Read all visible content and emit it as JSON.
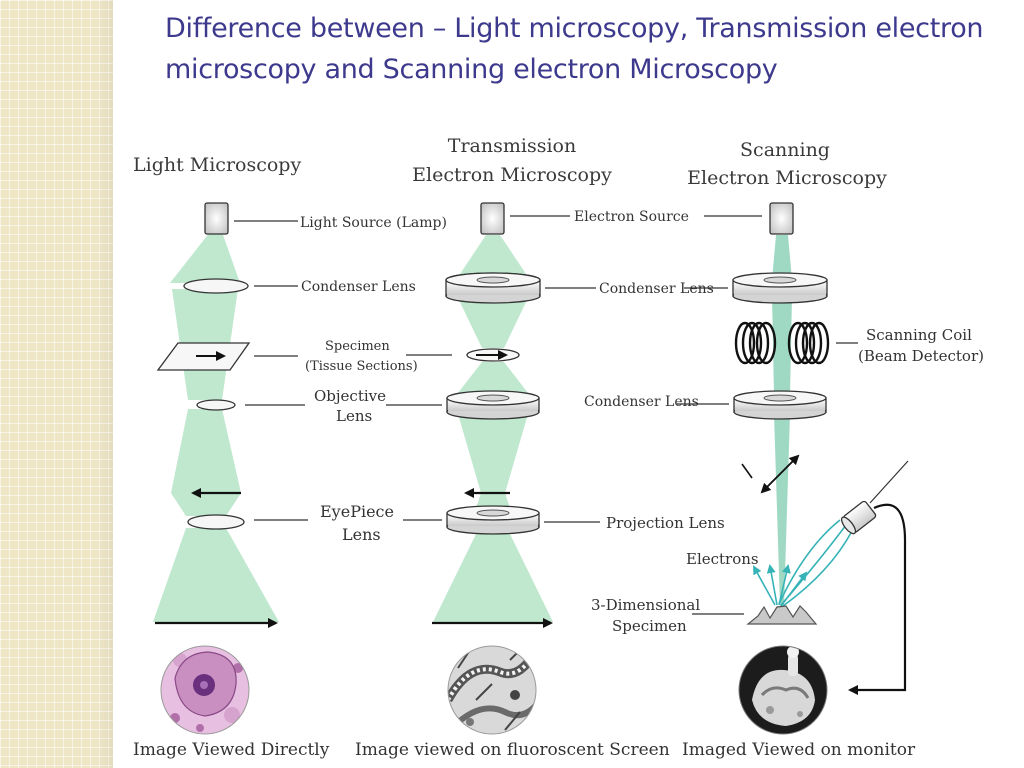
{
  "slide": {
    "title": "Difference between – Light microscopy, Transmission electron microscopy and Scanning electron Microscopy"
  },
  "columns": {
    "light": {
      "heading": "Light Microscopy",
      "labels": {
        "source": "Light Source (Lamp)",
        "condenser": "Condenser Lens",
        "specimen_line1": "Specimen",
        "specimen_line2": "(Tissue Sections)",
        "objective_line1": "Objective",
        "objective_line2": "Lens",
        "eyepiece_line1": "EyePiece",
        "eyepiece_line2": "Lens"
      },
      "caption": "Image Viewed Directly"
    },
    "tem": {
      "heading_line1": "Transmission",
      "heading_line2": "Electron Microscopy",
      "labels": {
        "source": "Electron Source",
        "condenser": "Condenser Lens",
        "projection": "Projection Lens"
      },
      "caption": "Image viewed on fluoroscent Screen"
    },
    "sem": {
      "heading_line1": "Scanning",
      "heading_line2": "Electron Microscopy",
      "labels": {
        "coil_line1": "Scanning Coil",
        "coil_line2": "(Beam Detector)",
        "condenser": "Condenser Lens",
        "electrons": "Electrons",
        "specimen_line1": "3-Dimensional",
        "specimen_line2": "Specimen"
      },
      "caption": "Imaged Viewed on monitor"
    }
  },
  "colors": {
    "title": "#3d3a8e",
    "beam": "#bfe8cf",
    "beam_sem": "#9fd9c3",
    "electron_rays": "#35b3b7",
    "lens_fill": "#ececec",
    "outline": "#333333",
    "stain_pink": "#c98fc0",
    "stain_nucleus": "#6a2f7d"
  }
}
